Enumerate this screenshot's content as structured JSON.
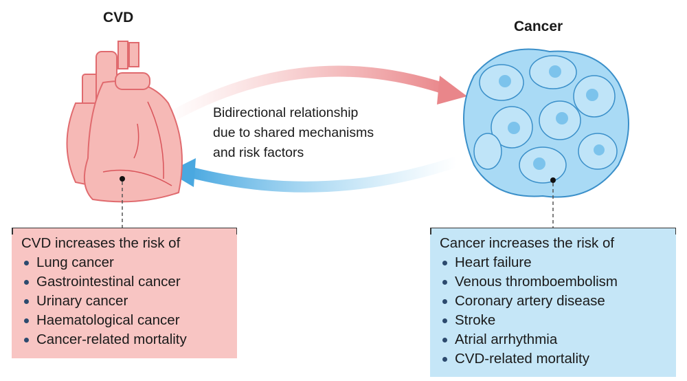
{
  "left": {
    "title": "CVD",
    "box_heading": "CVD increases the risk of",
    "items": [
      "Lung cancer",
      "Gastrointestinal cancer",
      "Urinary cancer",
      "Haematological cancer",
      "Cancer-related mortality"
    ],
    "color": "#f8c5c3"
  },
  "right": {
    "title": "Cancer",
    "box_heading": "Cancer increases the risk of",
    "items": [
      "Heart failure",
      "Venous thromboembolism",
      "Coronary artery disease",
      "Stroke",
      "Atrial arrhythmia",
      "CVD-related mortality"
    ],
    "color": "#c5e6f7"
  },
  "center": {
    "lines": [
      "Bidirectional relationship",
      "due to shared mechanisms",
      "and risk factors"
    ]
  }
}
